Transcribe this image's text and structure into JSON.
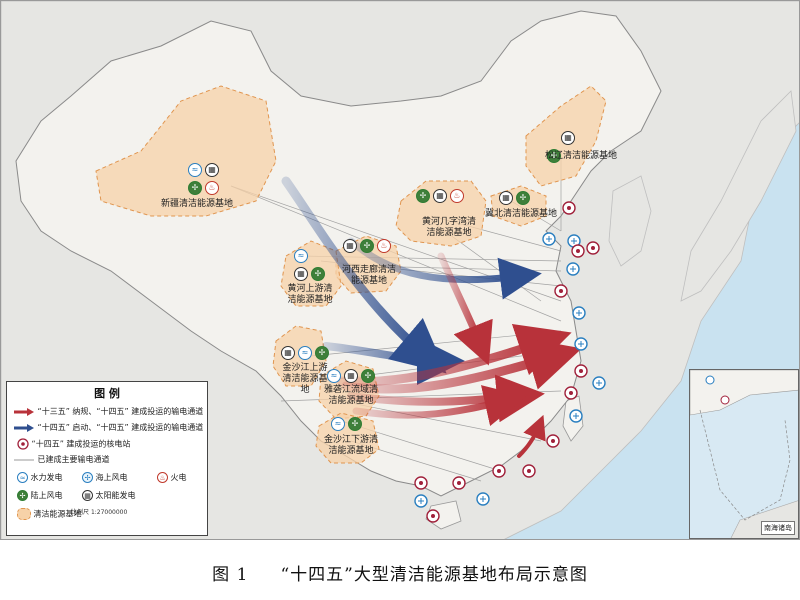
{
  "caption": {
    "figure_no": "图 1",
    "title": "“十四五”大型清洁能源基地布局示意图"
  },
  "legend": {
    "title": "图 例",
    "items": [
      {
        "label": "“十三五” 纳规、“十四五” 建成投运的输电通道",
        "icon": "red-arrow-icon"
      },
      {
        "label": "“十四五” 启动、“十四五” 建成投运的输电通道",
        "icon": "blue-arrow-icon"
      },
      {
        "label": "“十四五” 建成投运的核电站",
        "icon": "nuclear-icon"
      },
      {
        "label": "已建成主要输电通道",
        "icon": "gray-line-icon"
      }
    ],
    "types": [
      {
        "label": "水力发电",
        "icon": "hydro-icon",
        "cls": "water",
        "glyph": "≈"
      },
      {
        "label": "海上风电",
        "icon": "offshore-wind-icon",
        "cls": "offshore",
        "glyph": "✢"
      },
      {
        "label": "火电",
        "icon": "thermal-icon",
        "cls": "thermal",
        "glyph": "♨"
      },
      {
        "label": "陆上风电",
        "icon": "onshore-wind-icon",
        "cls": "land",
        "glyph": "✢"
      },
      {
        "label": "太阳能发电",
        "icon": "solar-icon",
        "cls": "solar",
        "glyph": "▦"
      },
      {
        "label": "清洁能源基地",
        "icon": "base-area-icon",
        "cls": "base",
        "glyph": ""
      }
    ]
  },
  "bases": [
    {
      "label": "新疆清洁能源基地",
      "icons": [
        "water",
        "solar",
        "land",
        "thermal"
      ]
    },
    {
      "label": "松辽清洁能源基地",
      "icons": [
        "solar",
        "land"
      ]
    },
    {
      "label": "冀北清洁能源基地",
      "icons": [
        "solar",
        "land"
      ]
    },
    {
      "label": "黄河几字湾清洁能源基地",
      "icons": [
        "land",
        "solar",
        "thermal"
      ]
    },
    {
      "label": "河西走廊清洁能源基地",
      "icons": [
        "solar",
        "land",
        "thermal"
      ]
    },
    {
      "label": "黄河上游清洁能源基地",
      "icons": [
        "water",
        "solar",
        "land"
      ]
    },
    {
      "label": "金沙江上游清洁能源基地",
      "icons": [
        "water",
        "solar",
        "land"
      ]
    },
    {
      "label": "雅砻江流域清洁能源基地",
      "icons": [
        "water",
        "solar",
        "land"
      ]
    },
    {
      "label": "金沙江下游清洁能源基地",
      "icons": [
        "water",
        "land"
      ]
    }
  ],
  "scale": {
    "label": "比例尺",
    "ratio": "1:27000000"
  },
  "inset": {
    "label": "南海诸岛"
  },
  "colors": {
    "sea": "#c9e2f0",
    "land": "#f3f2ee",
    "base_fill": "#f7d2a8",
    "red_arrow": "#b8323a",
    "blue_arrow": "#2f4f8f",
    "lines": "#9a9a9a"
  }
}
